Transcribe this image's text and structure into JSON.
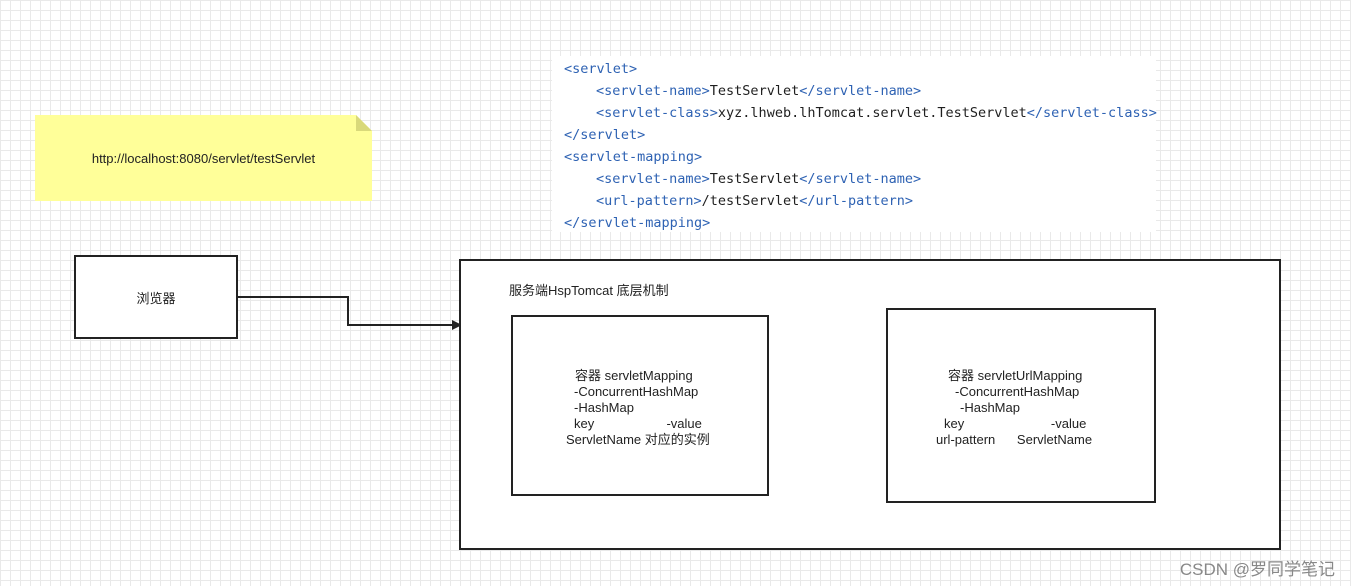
{
  "note": {
    "text": "http://localhost:8080/servlet/testServlet"
  },
  "code": {
    "line1_tag": "<servlet>",
    "line2_open": "<servlet-name>",
    "line2_value": "TestServlet",
    "line2_close": "</servlet-name>",
    "line3_open": "<servlet-class>",
    "line3_value": "xyz.lhweb.lhTomcat.servlet.TestServlet",
    "line3_close": "</servlet-class>",
    "line4_tag": "</servlet>",
    "line5_tag": "<servlet-mapping>",
    "line6_open": "<servlet-name>",
    "line6_value": "TestServlet",
    "line6_close": "</servlet-name>",
    "line7_open": "<url-pattern>",
    "line7_value": "/testServlet",
    "line7_close": "</url-pattern>",
    "line8_tag": "</servlet-mapping>"
  },
  "browser": {
    "label": "浏览器"
  },
  "server": {
    "title": "服务端HspTomcat 底层机制"
  },
  "container1": {
    "line1": "容器 servletMapping",
    "line2": "-ConcurrentHashMap",
    "line3": "-HashMap",
    "line4": "key                    -value",
    "line5": "ServletName 对应的实例"
  },
  "container2": {
    "line1": "容器 servletUrlMapping",
    "line2": "-ConcurrentHashMap",
    "line3": "-HashMap",
    "line4": "key                        -value",
    "line5": "url-pattern      ServletName"
  },
  "watermark": "CSDN @罗同学笔记",
  "colors": {
    "note_bg": "#ffff99",
    "tag_blue": "#2e62b3",
    "border": "#222222"
  }
}
